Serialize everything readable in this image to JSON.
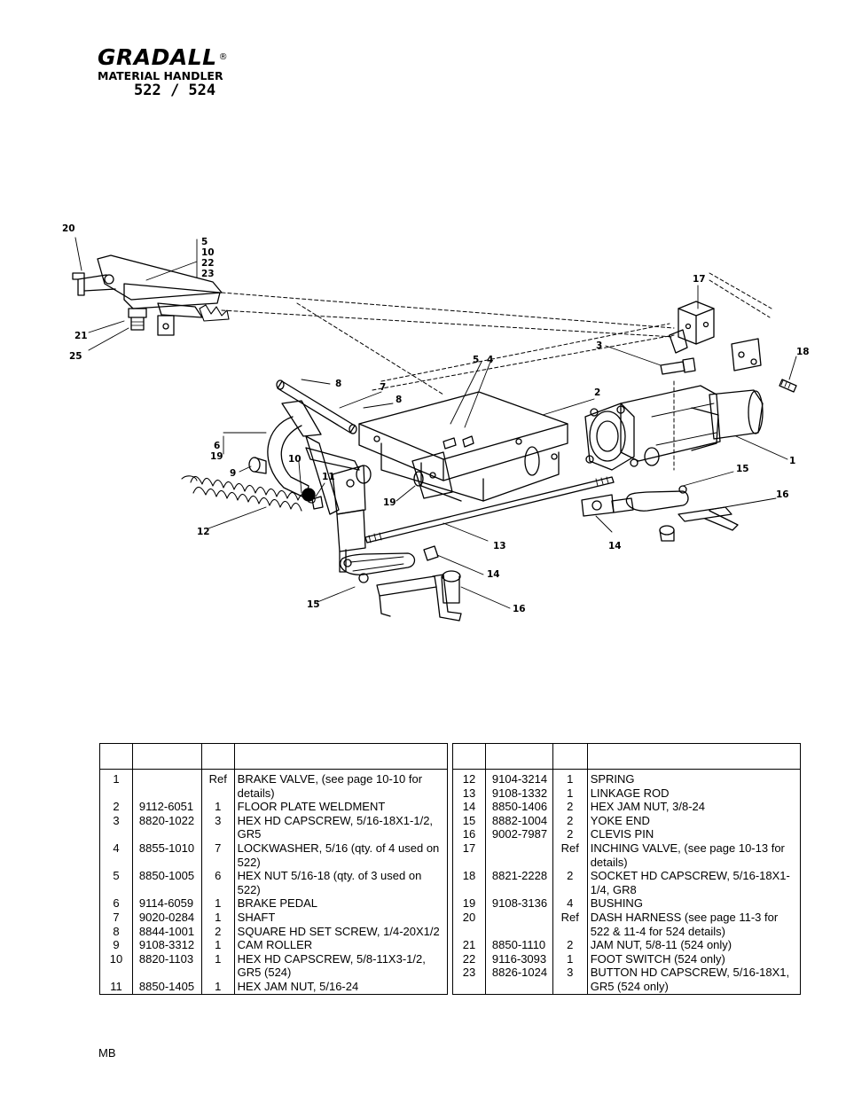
{
  "header": {
    "brand": "GRADALL",
    "registered_mark": "®",
    "subtitle": "MATERIAL HANDLER",
    "model": "522 / 524"
  },
  "diagram": {
    "callouts": [
      {
        "id": "c20",
        "label": "20"
      },
      {
        "id": "c5",
        "label": "5"
      },
      {
        "id": "c10a",
        "label": "10"
      },
      {
        "id": "c22",
        "label": "22"
      },
      {
        "id": "c23",
        "label": "23"
      },
      {
        "id": "c21",
        "label": "21"
      },
      {
        "id": "c25",
        "label": "25"
      },
      {
        "id": "c17",
        "label": "17"
      },
      {
        "id": "c3",
        "label": "3"
      },
      {
        "id": "c18",
        "label": "18"
      },
      {
        "id": "c5b",
        "label": "5"
      },
      {
        "id": "c4",
        "label": "4"
      },
      {
        "id": "c8a",
        "label": "8"
      },
      {
        "id": "c7",
        "label": "7"
      },
      {
        "id": "c2",
        "label": "2"
      },
      {
        "id": "c8b",
        "label": "8"
      },
      {
        "id": "c6",
        "label": "6"
      },
      {
        "id": "c19a",
        "label": "19"
      },
      {
        "id": "c9",
        "label": "9"
      },
      {
        "id": "c10b",
        "label": "10"
      },
      {
        "id": "c11",
        "label": "11"
      },
      {
        "id": "c1",
        "label": "1"
      },
      {
        "id": "c15a",
        "label": "15"
      },
      {
        "id": "c16a",
        "label": "16"
      },
      {
        "id": "c19b",
        "label": "19"
      },
      {
        "id": "c12",
        "label": "12"
      },
      {
        "id": "c14a",
        "label": "14"
      },
      {
        "id": "c13",
        "label": "13"
      },
      {
        "id": "c14b",
        "label": "14"
      },
      {
        "id": "c15b",
        "label": "15"
      },
      {
        "id": "c16b",
        "label": "16"
      }
    ]
  },
  "parts_left": [
    {
      "item": "1",
      "part": "",
      "qty": "Ref",
      "desc": "BRAKE VALVE, (see page 10-10 for details)"
    },
    {
      "item": "2",
      "part": "9112-6051",
      "qty": "1",
      "desc": "FLOOR PLATE WELDMENT"
    },
    {
      "item": "3",
      "part": "8820-1022",
      "qty": "3",
      "desc": "HEX HD CAPSCREW, 5/16-18X1-1/2, GR5"
    },
    {
      "item": "4",
      "part": "8855-1010",
      "qty": "7",
      "desc": "LOCKWASHER, 5/16 (qty. of 4 used on 522)"
    },
    {
      "item": "5",
      "part": "8850-1005",
      "qty": "6",
      "desc": "HEX NUT 5/16-18 (qty. of 3 used on 522)"
    },
    {
      "item": "6",
      "part": "9114-6059",
      "qty": "1",
      "desc": "BRAKE PEDAL"
    },
    {
      "item": "7",
      "part": "9020-0284",
      "qty": "1",
      "desc": "SHAFT"
    },
    {
      "item": "8",
      "part": "8844-1001",
      "qty": "2",
      "desc": "SQUARE HD SET SCREW, 1/4-20X1/2"
    },
    {
      "item": "9",
      "part": "9108-3312",
      "qty": "1",
      "desc": "CAM ROLLER"
    },
    {
      "item": "10",
      "part": "8820-1103",
      "qty": "1",
      "desc": "HEX HD CAPSCREW, 5/8-11X3-1/2, GR5 (524)"
    },
    {
      "item": "11",
      "part": "8850-1405",
      "qty": "1",
      "desc": "HEX JAM NUT, 5/16-24"
    }
  ],
  "parts_right": [
    {
      "item": "12",
      "part": "9104-3214",
      "qty": "1",
      "desc": "SPRING"
    },
    {
      "item": "13",
      "part": "9108-1332",
      "qty": "1",
      "desc": "LINKAGE ROD"
    },
    {
      "item": "14",
      "part": "8850-1406",
      "qty": "2",
      "desc": "HEX JAM NUT, 3/8-24"
    },
    {
      "item": "15",
      "part": "8882-1004",
      "qty": "2",
      "desc": "YOKE END"
    },
    {
      "item": "16",
      "part": "9002-7987",
      "qty": "2",
      "desc": "CLEVIS PIN"
    },
    {
      "item": "17",
      "part": "",
      "qty": "Ref",
      "desc": "INCHING VALVE, (see page 10-13 for details)"
    },
    {
      "item": "18",
      "part": "8821-2228",
      "qty": "2",
      "desc": "SOCKET HD CAPSCREW, 5/16-18X1-1/4, GR8"
    },
    {
      "item": "19",
      "part": "9108-3136",
      "qty": "4",
      "desc": "BUSHING"
    },
    {
      "item": "20",
      "part": "",
      "qty": "Ref",
      "desc": "DASH HARNESS (see page 11-3 for 522 & 11-4 for 524 details)"
    },
    {
      "item": "21",
      "part": "8850-1110",
      "qty": "2",
      "desc": "JAM NUT, 5/8-11 (524 only)"
    },
    {
      "item": "22",
      "part": "9116-3093",
      "qty": "1",
      "desc": "FOOT SWITCH (524 only)"
    },
    {
      "item": "23",
      "part": "8826-1024",
      "qty": "3",
      "desc": "BUTTON HD CAPSCREW, 5/16-18X1, GR5 (524 only)"
    }
  ],
  "footer": {
    "code": "MB"
  }
}
